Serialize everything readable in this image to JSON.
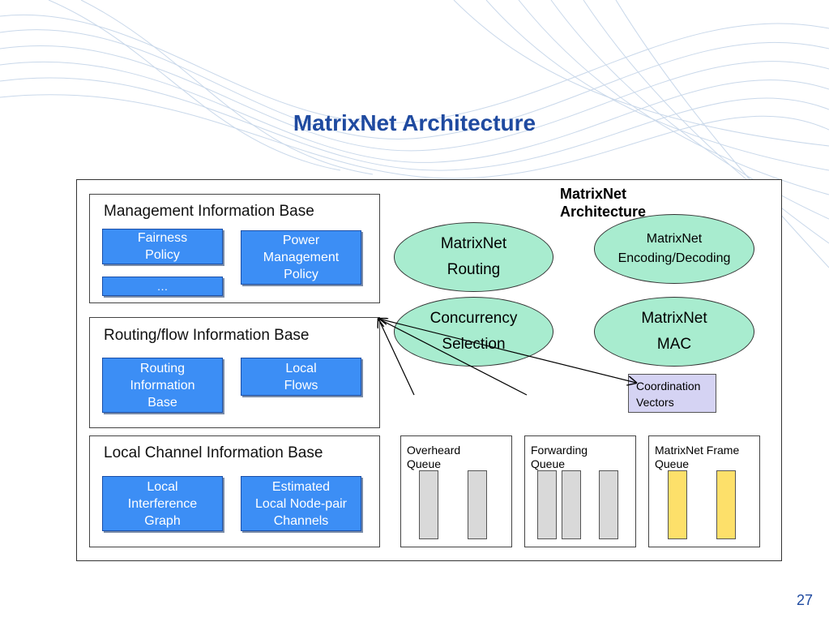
{
  "slide": {
    "title": "MatrixNet Architecture",
    "page_number": "27"
  },
  "diagram": {
    "label": "MatrixNet Architecture",
    "mib": {
      "title": "Management Information Base",
      "fairness": "Fairness\nPolicy",
      "power": "Power\nManagement\nPolicy",
      "more": "…"
    },
    "rfib": {
      "title": "Routing/flow Information Base",
      "rib": "Routing\nInformation\nBase",
      "flows": "Local\nFlows"
    },
    "lcib": {
      "title": "Local Channel Information Base",
      "lig": "Local\nInterference\nGraph",
      "channels": "Estimated\nLocal Node-pair\nChannels"
    },
    "ovals": {
      "routing": "MatrixNet\nRouting",
      "encoding": "MatrixNet\nEncoding/Decoding",
      "concurrency": "Concurrency\nSelection",
      "mac": "MatrixNet\nMAC"
    },
    "coordination": "Coordination\nVectors",
    "queues": {
      "overheard": "Overheard\nQueue",
      "forwarding": "Forwarding\nQueue",
      "frame": "MatrixNet Frame\nQueue"
    }
  },
  "colors": {
    "title": "#1f4aa0",
    "button": "#3c8ef5",
    "oval": "#a8eccf",
    "coordination": "#d5d3f3",
    "queue_gray": "#d9d9d9",
    "queue_yellow": "#fde06a"
  }
}
